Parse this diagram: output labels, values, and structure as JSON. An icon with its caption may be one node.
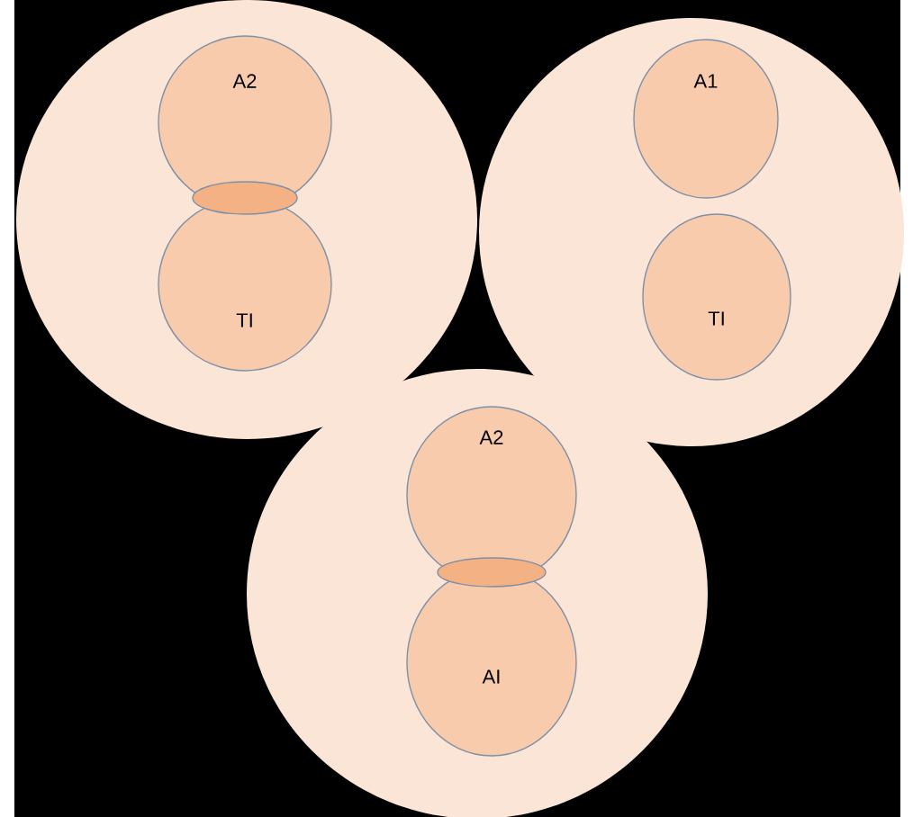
{
  "diagram": {
    "nodes": [
      {
        "text": [],
        "shape": "circle"
      },
      {
        "text": [
          "A2"
        ],
        "in": 0
      },
      {
        "text": [],
        "shape": "ellipse",
        "in": 0
      },
      {
        "text": [
          "TI"
        ],
        "in": 0
      },
      {
        "text": [],
        "shape": "circle"
      },
      {
        "text": [
          "A1"
        ],
        "in": 4
      },
      {
        "text": [
          "TI"
        ],
        "in": 4
      },
      {
        "text": [],
        "shape": "circle"
      },
      {
        "text": [
          "A2"
        ],
        "in": 7
      },
      {
        "text": [],
        "shape": "ellipse",
        "in": 7
      },
      {
        "text": [
          "AI"
        ],
        "in": 7
      }
    ]
  }
}
